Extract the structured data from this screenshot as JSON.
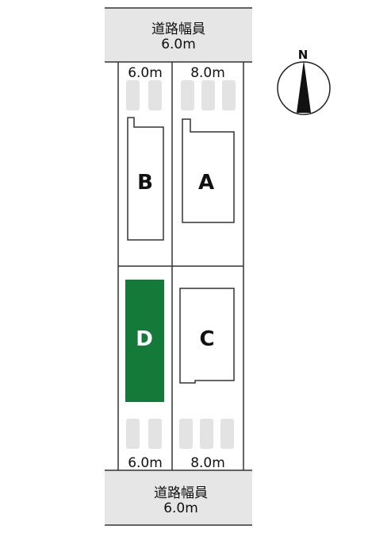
{
  "road_top": {
    "label": "道路幅員",
    "width": "6.0m"
  },
  "road_bottom": {
    "label": "道路幅員",
    "width": "6.0m"
  },
  "frontage": {
    "top_left": "6.0m",
    "top_right": "8.0m",
    "bottom_left": "6.0m",
    "bottom_right": "8.0m"
  },
  "lots": {
    "a": "A",
    "b": "B",
    "c": "C",
    "d": "D"
  },
  "compass": {
    "label": "N"
  },
  "colors": {
    "road": "#e6e6e6",
    "parking": "#e3e3e3",
    "highlight": "#137a3a",
    "line": "#333333"
  }
}
